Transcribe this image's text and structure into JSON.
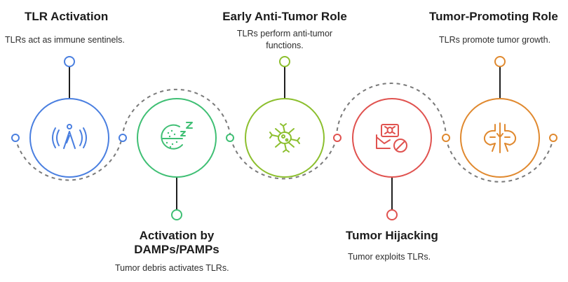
{
  "steps": [
    {
      "title": "TLR Activation",
      "description": "TLRs act as immune sentinels.",
      "color": "#4a7fe0",
      "icon": "person-signal-icon"
    },
    {
      "title": "Activation by DAMPs/PAMPs",
      "title_line1": "Activation by",
      "title_line2": "DAMPs/PAMPs",
      "description": "Tumor debris activates TLRs.",
      "color": "#3fbf74",
      "icon": "sleep-debris-icon"
    },
    {
      "title": "Early Anti-Tumor Role",
      "description_line1": "TLRs perform anti-tumor",
      "description_line2": "functions.",
      "color": "#8cbf2e",
      "icon": "virus-cell-icon"
    },
    {
      "title": "Tumor Hijacking",
      "description": "Tumor exploits TLRs.",
      "color": "#e0524f",
      "icon": "bug-block-icon"
    },
    {
      "title": "Tumor-Promoting Role",
      "description": "TLRs promote tumor growth.",
      "color": "#e0892f",
      "icon": "tumor-growth-icon"
    }
  ],
  "connector_color": "#7a7a7a"
}
